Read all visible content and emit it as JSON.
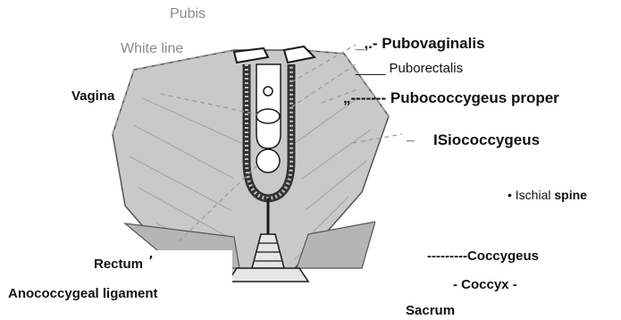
{
  "labels": {
    "pubis": "Pubis",
    "white_line": "White line",
    "vagina": "Vagina",
    "pubovaginalis": "_,.- Pubovaginalis",
    "puborectalis": "____ Puborectalis",
    "pubococcygeus": "„------- Pubococcygeus proper",
    "iliococcygeus_mark": "_",
    "iliococcygeus": "ISiococcygeus",
    "ischial_prefix": "• Ischial ",
    "ischial_bold": "spine",
    "coccygeus": "---------Coccygeus",
    "coccyx": "- Coccyx -",
    "rectum": "Rectum",
    "rectum_mark": "′",
    "anococcygeal": "Anococcygeal ligament",
    "sacrum": "Sacrum"
  },
  "colors": {
    "muscle_fill": "#c9c9c9",
    "muscle_dark": "#9a9a9a",
    "outline": "#1a1a1a",
    "dashed_line": "#9a9a9a",
    "gray_label": "#8a8a8a"
  }
}
